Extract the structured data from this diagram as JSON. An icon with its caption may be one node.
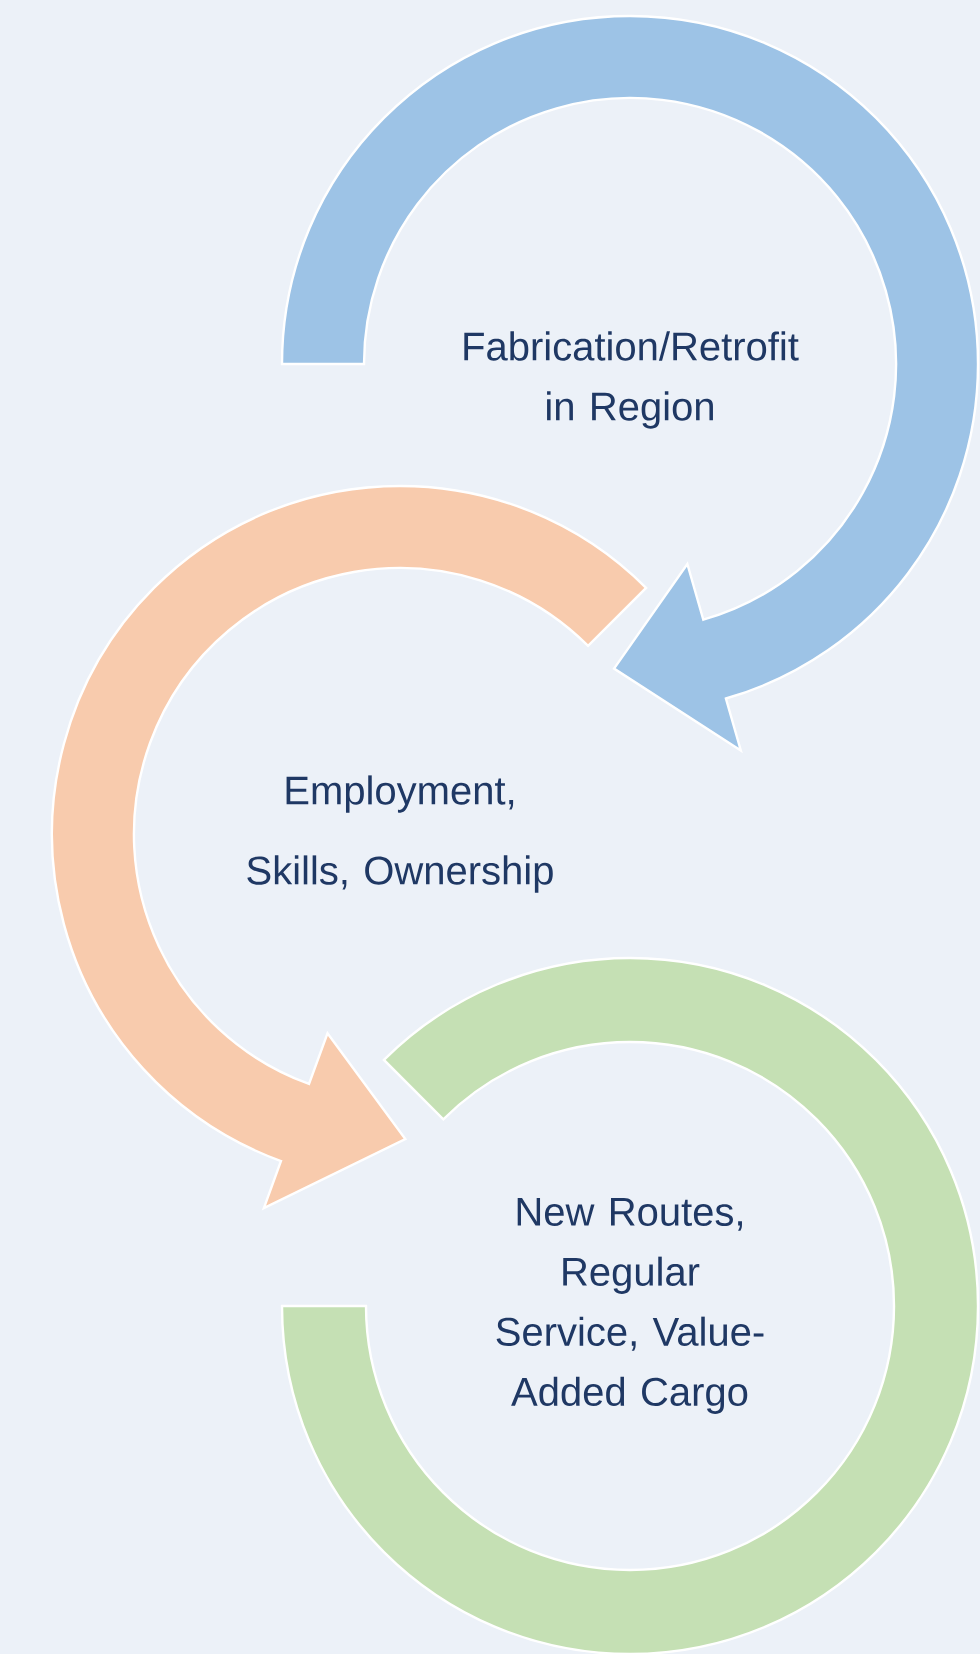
{
  "diagram": {
    "nodes": [
      {
        "text": [
          "Fabrication/Retrofit in Region"
        ]
      },
      {
        "text": [
          "Employment, Skills, Ownership"
        ]
      },
      {
        "text": [
          "New Routes, Regular Service, Value- Added Cargo"
        ]
      }
    ]
  }
}
